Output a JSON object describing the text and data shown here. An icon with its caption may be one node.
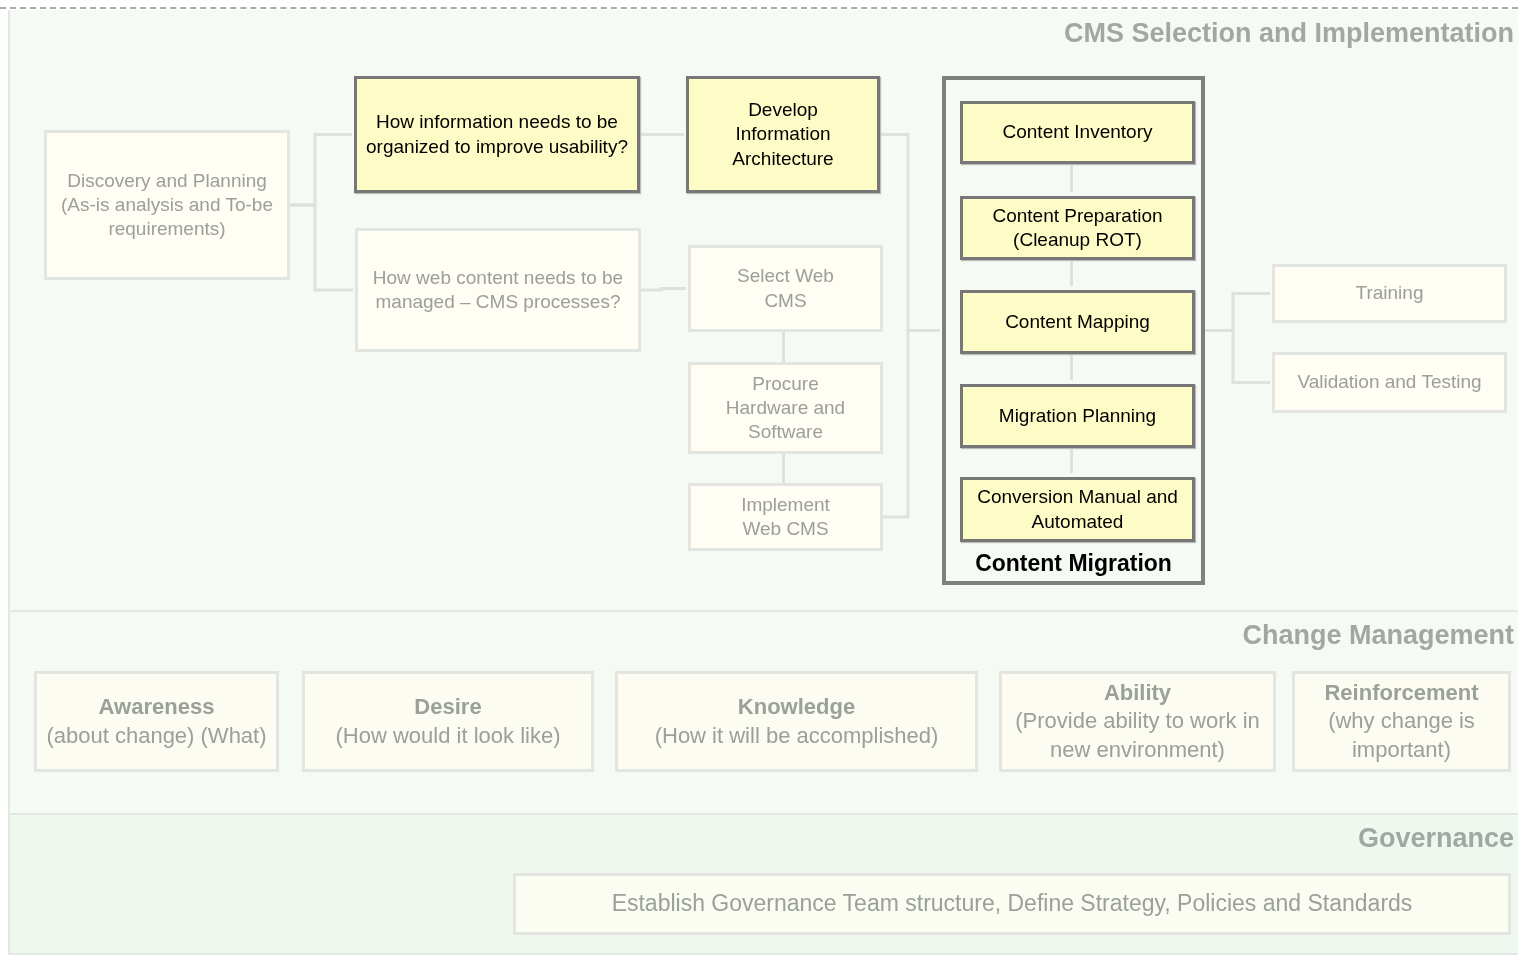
{
  "diagram": {
    "nodes": [
      {
        "text": [
          "CMS Selection and Implementation"
        ]
      },
      {
        "text": [
          "Discovery and Planning (As-is analysis and To-be requirements)"
        ],
        "in": 0
      },
      {
        "text": [
          "How information needs to be organized to improve usability?"
        ],
        "in": 0
      },
      {
        "text": [
          "How web content needs to be managed – CMS processes?"
        ],
        "in": 0
      },
      {
        "text": [
          "Develop Information Architecture"
        ],
        "in": 0
      },
      {
        "text": [
          "Select Web CMS"
        ],
        "in": 0
      },
      {
        "text": [
          "Procure Hardware and Software"
        ],
        "in": 0
      },
      {
        "text": [
          "Implement Web CMS"
        ],
        "in": 0
      },
      {
        "text": [
          "Content Migration"
        ],
        "in": 0
      },
      {
        "text": [
          "Content Inventory"
        ],
        "in": 8
      },
      {
        "text": [
          "Content Preparation (Cleanup ROT)"
        ],
        "in": 8
      },
      {
        "text": [
          "Content Mapping"
        ],
        "in": 8
      },
      {
        "text": [
          "Migration Planning"
        ],
        "in": 8
      },
      {
        "text": [
          "Conversion Manual and Automated"
        ],
        "in": 8
      },
      {
        "text": [
          "Training"
        ],
        "in": 0
      },
      {
        "text": [
          "Validation and Testing"
        ],
        "in": 0
      },
      {
        "text": [
          "Change Management"
        ]
      },
      {
        "text": [
          "Awareness",
          "(about change) (What)"
        ],
        "in": 16
      },
      {
        "text": [
          "Desire",
          "(How would it look like)"
        ],
        "in": 16
      },
      {
        "text": [
          "Knowledge",
          "(How it will be accomplished)"
        ],
        "in": 16
      },
      {
        "text": [
          "Ability",
          "(Provide ability to work in new environment)"
        ],
        "in": 16
      },
      {
        "text": [
          "Reinforcement",
          "(why change is important)"
        ],
        "in": 16
      },
      {
        "text": [
          "Governance"
        ]
      },
      {
        "text": [
          "Establish Governance Team structure, Define Strategy, Policies and Standards"
        ],
        "in": 22
      }
    ],
    "edges": [
      {
        "from": 1,
        "to": 2,
        "arrow": "none"
      },
      {
        "from": 1,
        "to": 3,
        "arrow": "none"
      },
      {
        "from": 2,
        "to": 4,
        "arrow": "none"
      },
      {
        "from": 3,
        "to": 5,
        "arrow": "none"
      },
      {
        "from": 5,
        "to": 6,
        "arrow": "none"
      },
      {
        "from": 6,
        "to": 7,
        "arrow": "none"
      },
      {
        "from": 4,
        "to": 8,
        "arrow": "none"
      },
      {
        "from": 7,
        "to": 8,
        "arrow": "none"
      },
      {
        "from": 9,
        "to": 10,
        "arrow": "none"
      },
      {
        "from": 10,
        "to": 11,
        "arrow": "none"
      },
      {
        "from": 11,
        "to": 12,
        "arrow": "none"
      },
      {
        "from": 12,
        "to": 13,
        "arrow": "none"
      },
      {
        "from": 8,
        "to": 14,
        "arrow": "none"
      },
      {
        "from": 8,
        "to": 15,
        "arrow": "none"
      }
    ]
  }
}
